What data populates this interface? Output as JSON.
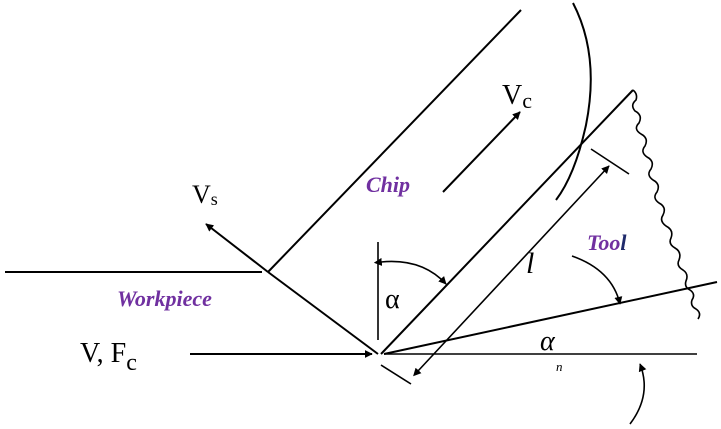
{
  "labels": {
    "chip": "Chip",
    "workpiece": "Workpiece",
    "tool_main": "Too",
    "tool_last": "l",
    "vc_base": "V",
    "vc_sub": "c",
    "vs_base": "V",
    "vs_sub": "s",
    "v_fc_main": "V, F",
    "v_fc_sub": "c",
    "alpha": "α",
    "alpha_n_base": "α",
    "alpha_n_sub": "n",
    "length": "l"
  },
  "colors": {
    "chip_workpiece_label": "#7030a0",
    "tool_last_letter": "#1f2a6b",
    "lines": "#000000"
  }
}
